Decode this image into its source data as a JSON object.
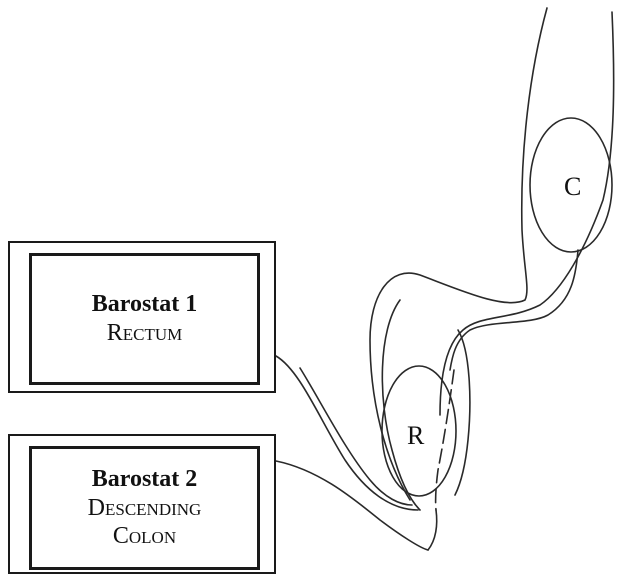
{
  "barostat1": {
    "title": "Barostat 1",
    "subtitle": "Rectum"
  },
  "barostat2": {
    "title": "Barostat 2",
    "subtitle_line1": "Descending",
    "subtitle_line2": "Colon"
  },
  "balloons": {
    "colon_label": "C",
    "rectum_label": "R"
  }
}
